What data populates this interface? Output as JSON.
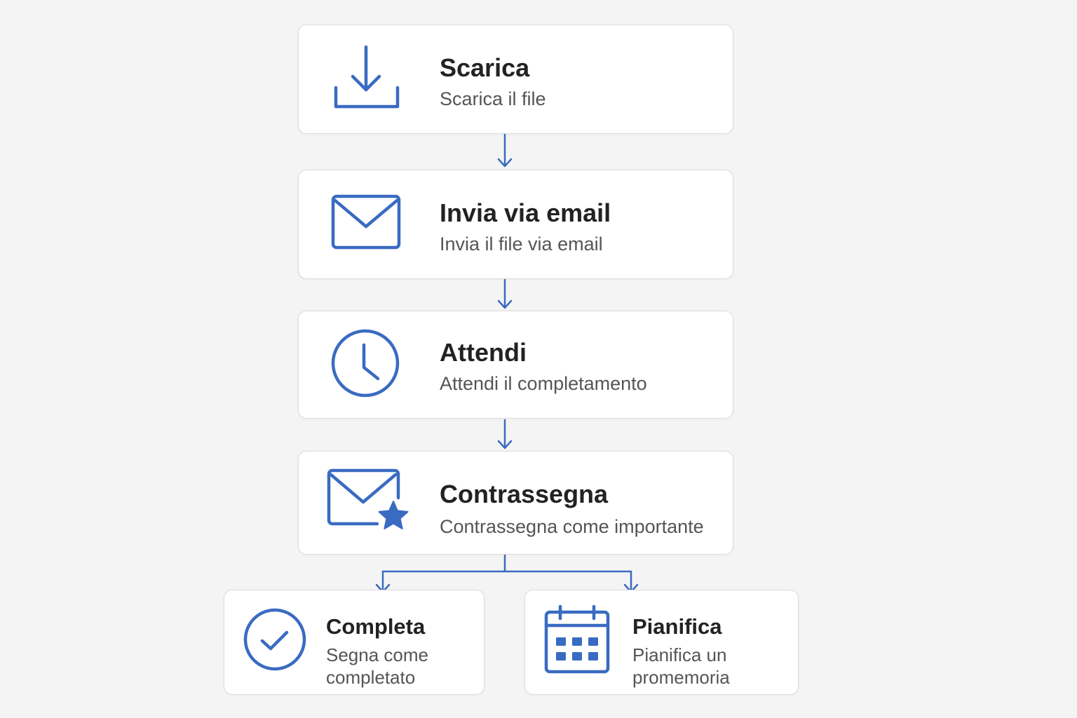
{
  "accent_color": "#3a6bc2",
  "steps": [
    {
      "icon": "download-icon",
      "title": "Scarica",
      "description": "Scarica il file"
    },
    {
      "icon": "mail-icon",
      "title": "Invia via email",
      "description": "Invia il file via email"
    },
    {
      "icon": "clock-icon",
      "title": "Attendi",
      "description": "Attendi il completamento"
    },
    {
      "icon": "mail-star-icon",
      "title": "Contrassegna",
      "description": "Contrassegna come importante"
    }
  ],
  "branches": [
    {
      "icon": "check-circle-icon",
      "title": "Completa",
      "description": "Segna come completato"
    },
    {
      "icon": "calendar-icon",
      "title": "Pianifica",
      "description": "Pianifica un promemoria"
    }
  ]
}
